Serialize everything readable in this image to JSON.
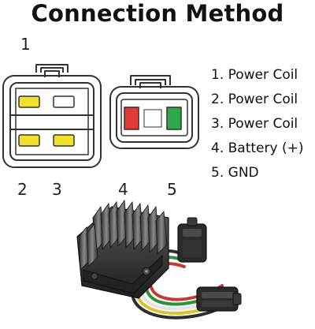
{
  "title": "Connection Method",
  "pin_numbers": {
    "pin_1": "1",
    "pin_2": "2",
    "pin_3": "3",
    "pin_4": "4",
    "pin_5": "5"
  },
  "legend": [
    {
      "number": "1.",
      "label": "Power Coil"
    },
    {
      "number": "2.",
      "label": "Power Coil"
    },
    {
      "number": "3.",
      "label": "Power Coil"
    },
    {
      "number": "4.",
      "label": "Battery (+)"
    },
    {
      "number": "5.",
      "label": "GND"
    }
  ],
  "colors": {
    "yellow_terminal": "#f2e12a",
    "red_terminal": "#e23a34",
    "green_terminal": "#2ea84a",
    "connector_outline": "#333333"
  },
  "photo": {
    "subject": "voltage regulator rectifier with heat sink fins and two wire-lead plug connectors"
  }
}
